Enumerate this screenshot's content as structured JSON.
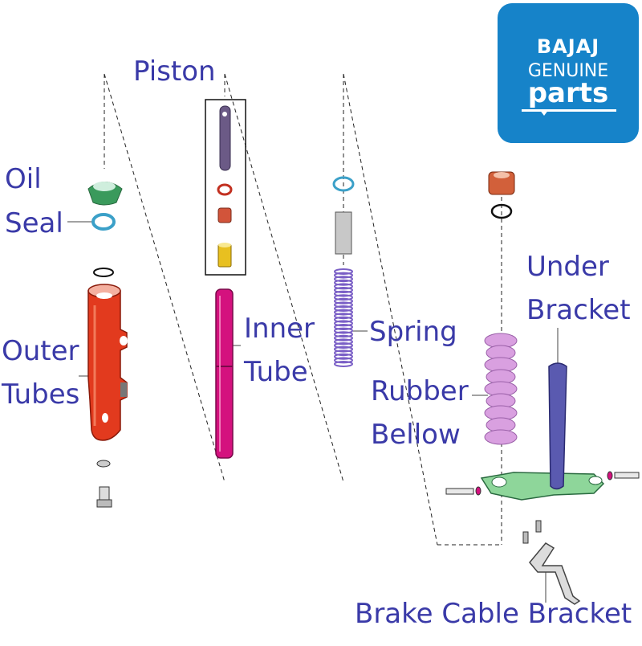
{
  "labels": {
    "piston": "Piston",
    "oil": "Oil",
    "seal": "Seal",
    "outer": "Outer",
    "tubes": "Tubes",
    "inner": "Inner",
    "tube": "Tube",
    "spring": "Spring",
    "rubber": "Rubber",
    "bellow": "Bellow",
    "under": "Under",
    "bracket": "Bracket",
    "brake_cable_bracket": "Brake Cable Bracket"
  },
  "logo": {
    "brand": "BAJAJ",
    "line2": "GENUINE",
    "line3": "parts"
  },
  "colors": {
    "label_text": "#3a3aa8",
    "logo_bg": "#1683c9",
    "outer_tube": "#e23a1e",
    "inner_tube": "#d4117e",
    "spring": "#7a5fc6",
    "bellow": "#d9a0e0",
    "under_bracket": "#5a5ab0",
    "bracket_base": "#8ed69a",
    "oil_seal_green": "#3a9a5c",
    "ring_cyan": "#3ba0c8",
    "piston_rod": "#6b5a86",
    "piston_nut": "#d2543a",
    "piston_cap": "#e8c020",
    "bush_orange": "#d2603a"
  }
}
